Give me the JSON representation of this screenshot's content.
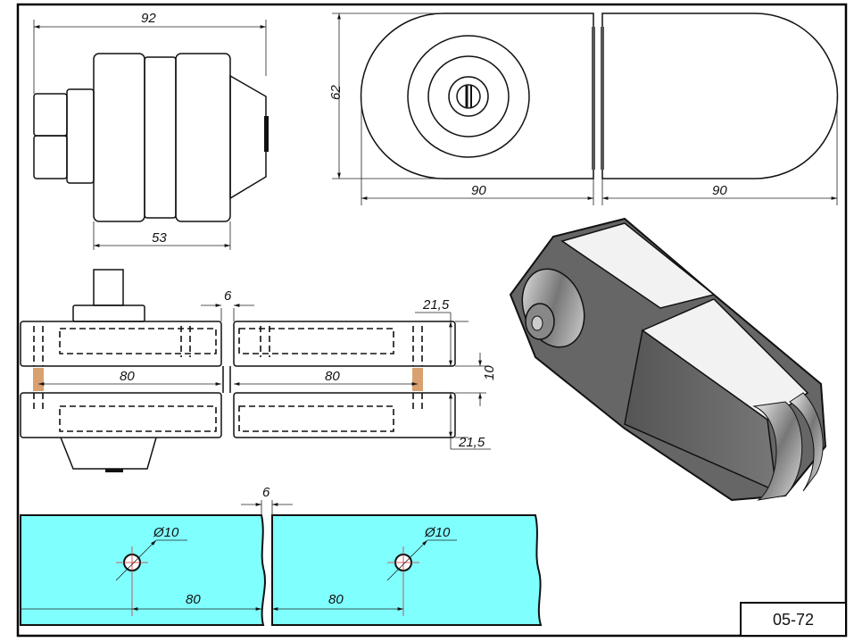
{
  "drawing": {
    "code": "05-72",
    "side_view": {
      "width": "92",
      "body_width": "53"
    },
    "front_view": {
      "height": "62",
      "left_width": "90",
      "right_width": "90"
    },
    "section_view": {
      "gap": "6",
      "plate_thickness_top": "21,5",
      "glass": "10",
      "plate_thickness_bottom": "21,5",
      "hole_left": "80",
      "hole_right": "80"
    },
    "glass_view": {
      "gap": "6",
      "hole_left_dia": "Ø10",
      "hole_right_dia": "Ø10",
      "hole_left_offset": "80",
      "hole_right_offset": "80"
    },
    "colors": {
      "glass": "#80ffff",
      "line": "#111111",
      "frame": "#000000"
    }
  }
}
